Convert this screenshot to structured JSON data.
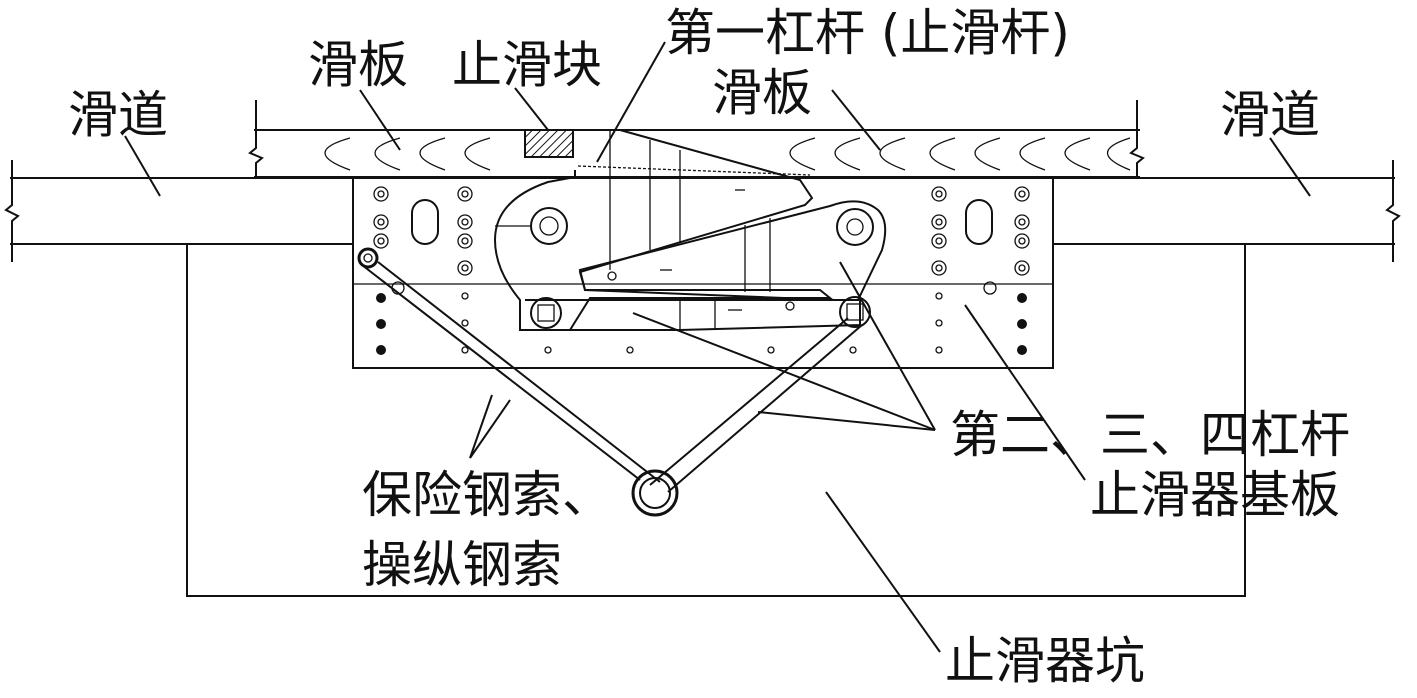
{
  "labels": {
    "slideway_left": "滑道",
    "slideway_right": "滑道",
    "slide_plate_left": "滑板",
    "slide_plate_right": "滑板",
    "stop_block": "止滑块",
    "first_lever": "第一杠杆 (止滑杆)",
    "levers_234": "第二、三、四杠杆",
    "stopper_base_plate": "止滑器基板",
    "cables_line1": "保险钢索、",
    "cables_line2": "操纵钢索",
    "stopper_pit": "止滑器坑"
  }
}
